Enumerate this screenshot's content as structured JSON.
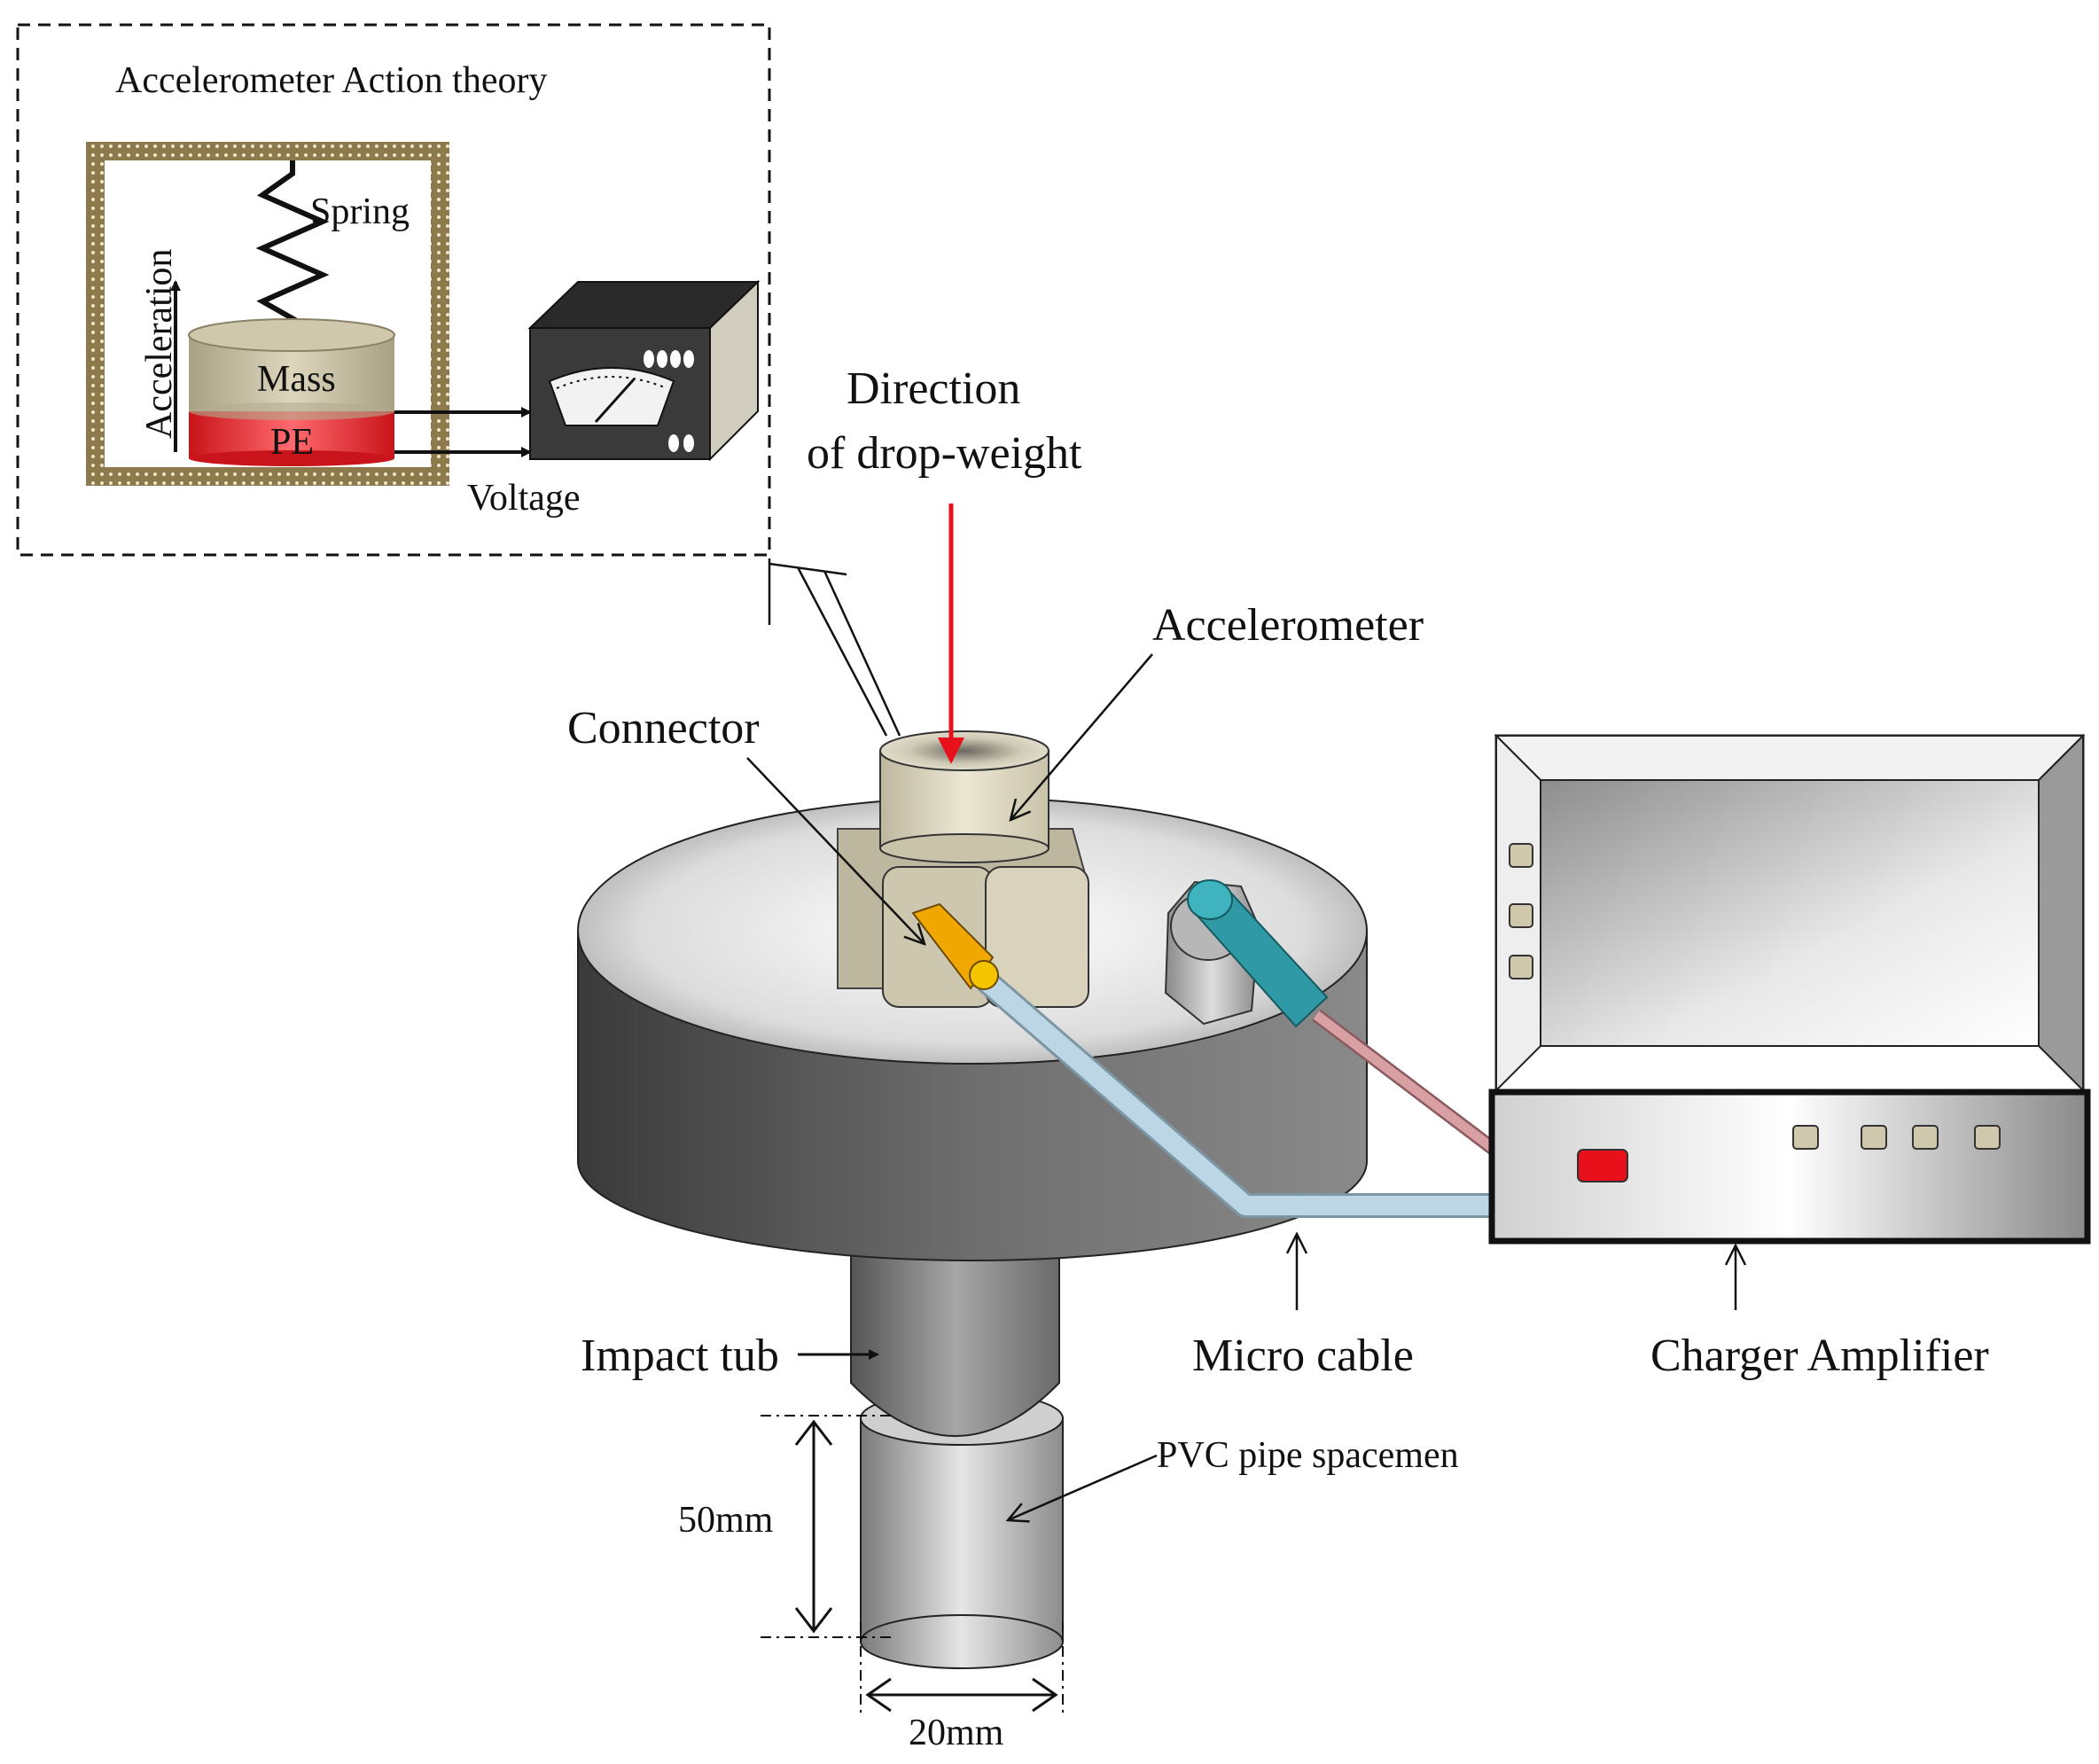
{
  "inset": {
    "title": "Accelerometer Action theory",
    "spring_label": "Spring",
    "mass_label": "Mass",
    "pe_label": "PE",
    "acceleration_label": "Acceleration",
    "voltage_label": "Voltage"
  },
  "labels": {
    "direction_line1": "Direction",
    "direction_line2": "of drop-weight",
    "accelerometer": "Accelerometer",
    "connector": "Connector",
    "impact_tub": "Impact tub",
    "micro_cable": "Micro cable",
    "charger_amplifier": "Charger Amplifier",
    "pvc_specimen": "PVC pipe spacemen",
    "height_dim": "50mm",
    "width_dim": "20mm"
  },
  "colors": {
    "drop_arrow": "#e8101a",
    "pe_layer": "#e8333a",
    "cable_blue": "#bcd6e6",
    "cable_pink": "#d9a0a4",
    "connector_plug": "#f0a800",
    "teal_fitting": "#2f9aa5",
    "amp_button": "#e8101a",
    "frame_gold": "#8c7a4c"
  }
}
